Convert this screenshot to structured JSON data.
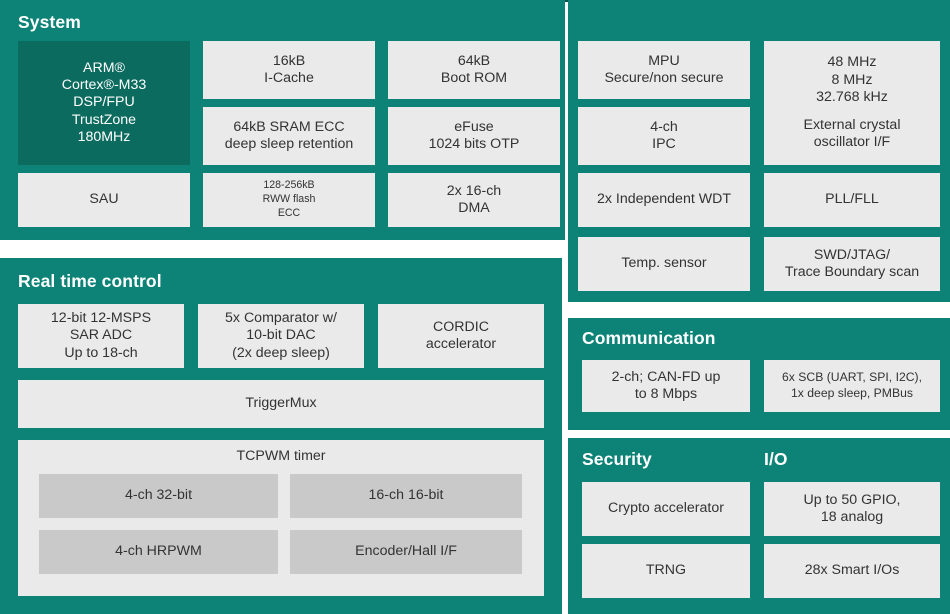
{
  "diagram": {
    "colors": {
      "panel_teal": "#0d8377",
      "cpu_dark_teal": "#0c6b5f",
      "block_gray": "#eaeaea",
      "subblock_gray": "#c9c9c9",
      "text": "#333333",
      "title_text": "#ffffff"
    },
    "panels": {
      "system": {
        "title": "System",
        "blocks": {
          "cpu": "ARM®\nCortex®-M33\nDSP/FPU\nTrustZone\n180MHz",
          "icache": "16kB\nI-Cache",
          "sram": "64kB SRAM ECC\ndeep sleep retention",
          "bootrom": "64kB\nBoot ROM",
          "efuse": "eFuse\n1024 bits OTP",
          "mpu": "MPU\nSecure/non secure",
          "ipc": "4-ch\nIPC",
          "clocks": "48 MHz\n8 MHz\n32.768 kHz",
          "clocks_sub": "External crystal\noscillator I/F",
          "sau": "SAU",
          "flash": "128-256kB\nRWW flash\nECC",
          "dma": "2x 16-ch\nDMA",
          "wdt": "2x Independent WDT",
          "pllfll": "PLL/FLL",
          "tempsensor": "Temp. sensor",
          "swdjtag": "SWD/JTAG/\nTrace Boundary scan"
        }
      },
      "real_time_control": {
        "title": "Real time control",
        "blocks": {
          "adc": "12-bit 12-MSPS\nSAR ADC\nUp to 18-ch",
          "comparator": "5x Comparator w/\n10-bit DAC\n(2x deep sleep)",
          "cordic": "CORDIC\naccelerator",
          "triggermux": "TriggerMux",
          "tcpwm_label": "TCPWM timer",
          "tcpwm_sub": [
            "4-ch 32-bit",
            "16-ch 16-bit",
            "4-ch HRPWM",
            "Encoder/Hall I/F"
          ]
        }
      },
      "communication": {
        "title": "Communication",
        "blocks": {
          "canfd": "2-ch; CAN-FD up\nto 8 Mbps",
          "scb": "6x SCB (UART, SPI, I2C),\n1x deep sleep, PMBus"
        }
      },
      "security": {
        "title": "Security",
        "blocks": {
          "crypto": "Crypto accelerator",
          "trng": "TRNG"
        }
      },
      "io": {
        "title": "I/O",
        "blocks": {
          "gpio": "Up to 50 GPIO,\n18 analog",
          "smartio": "28x Smart I/Os"
        }
      }
    }
  }
}
